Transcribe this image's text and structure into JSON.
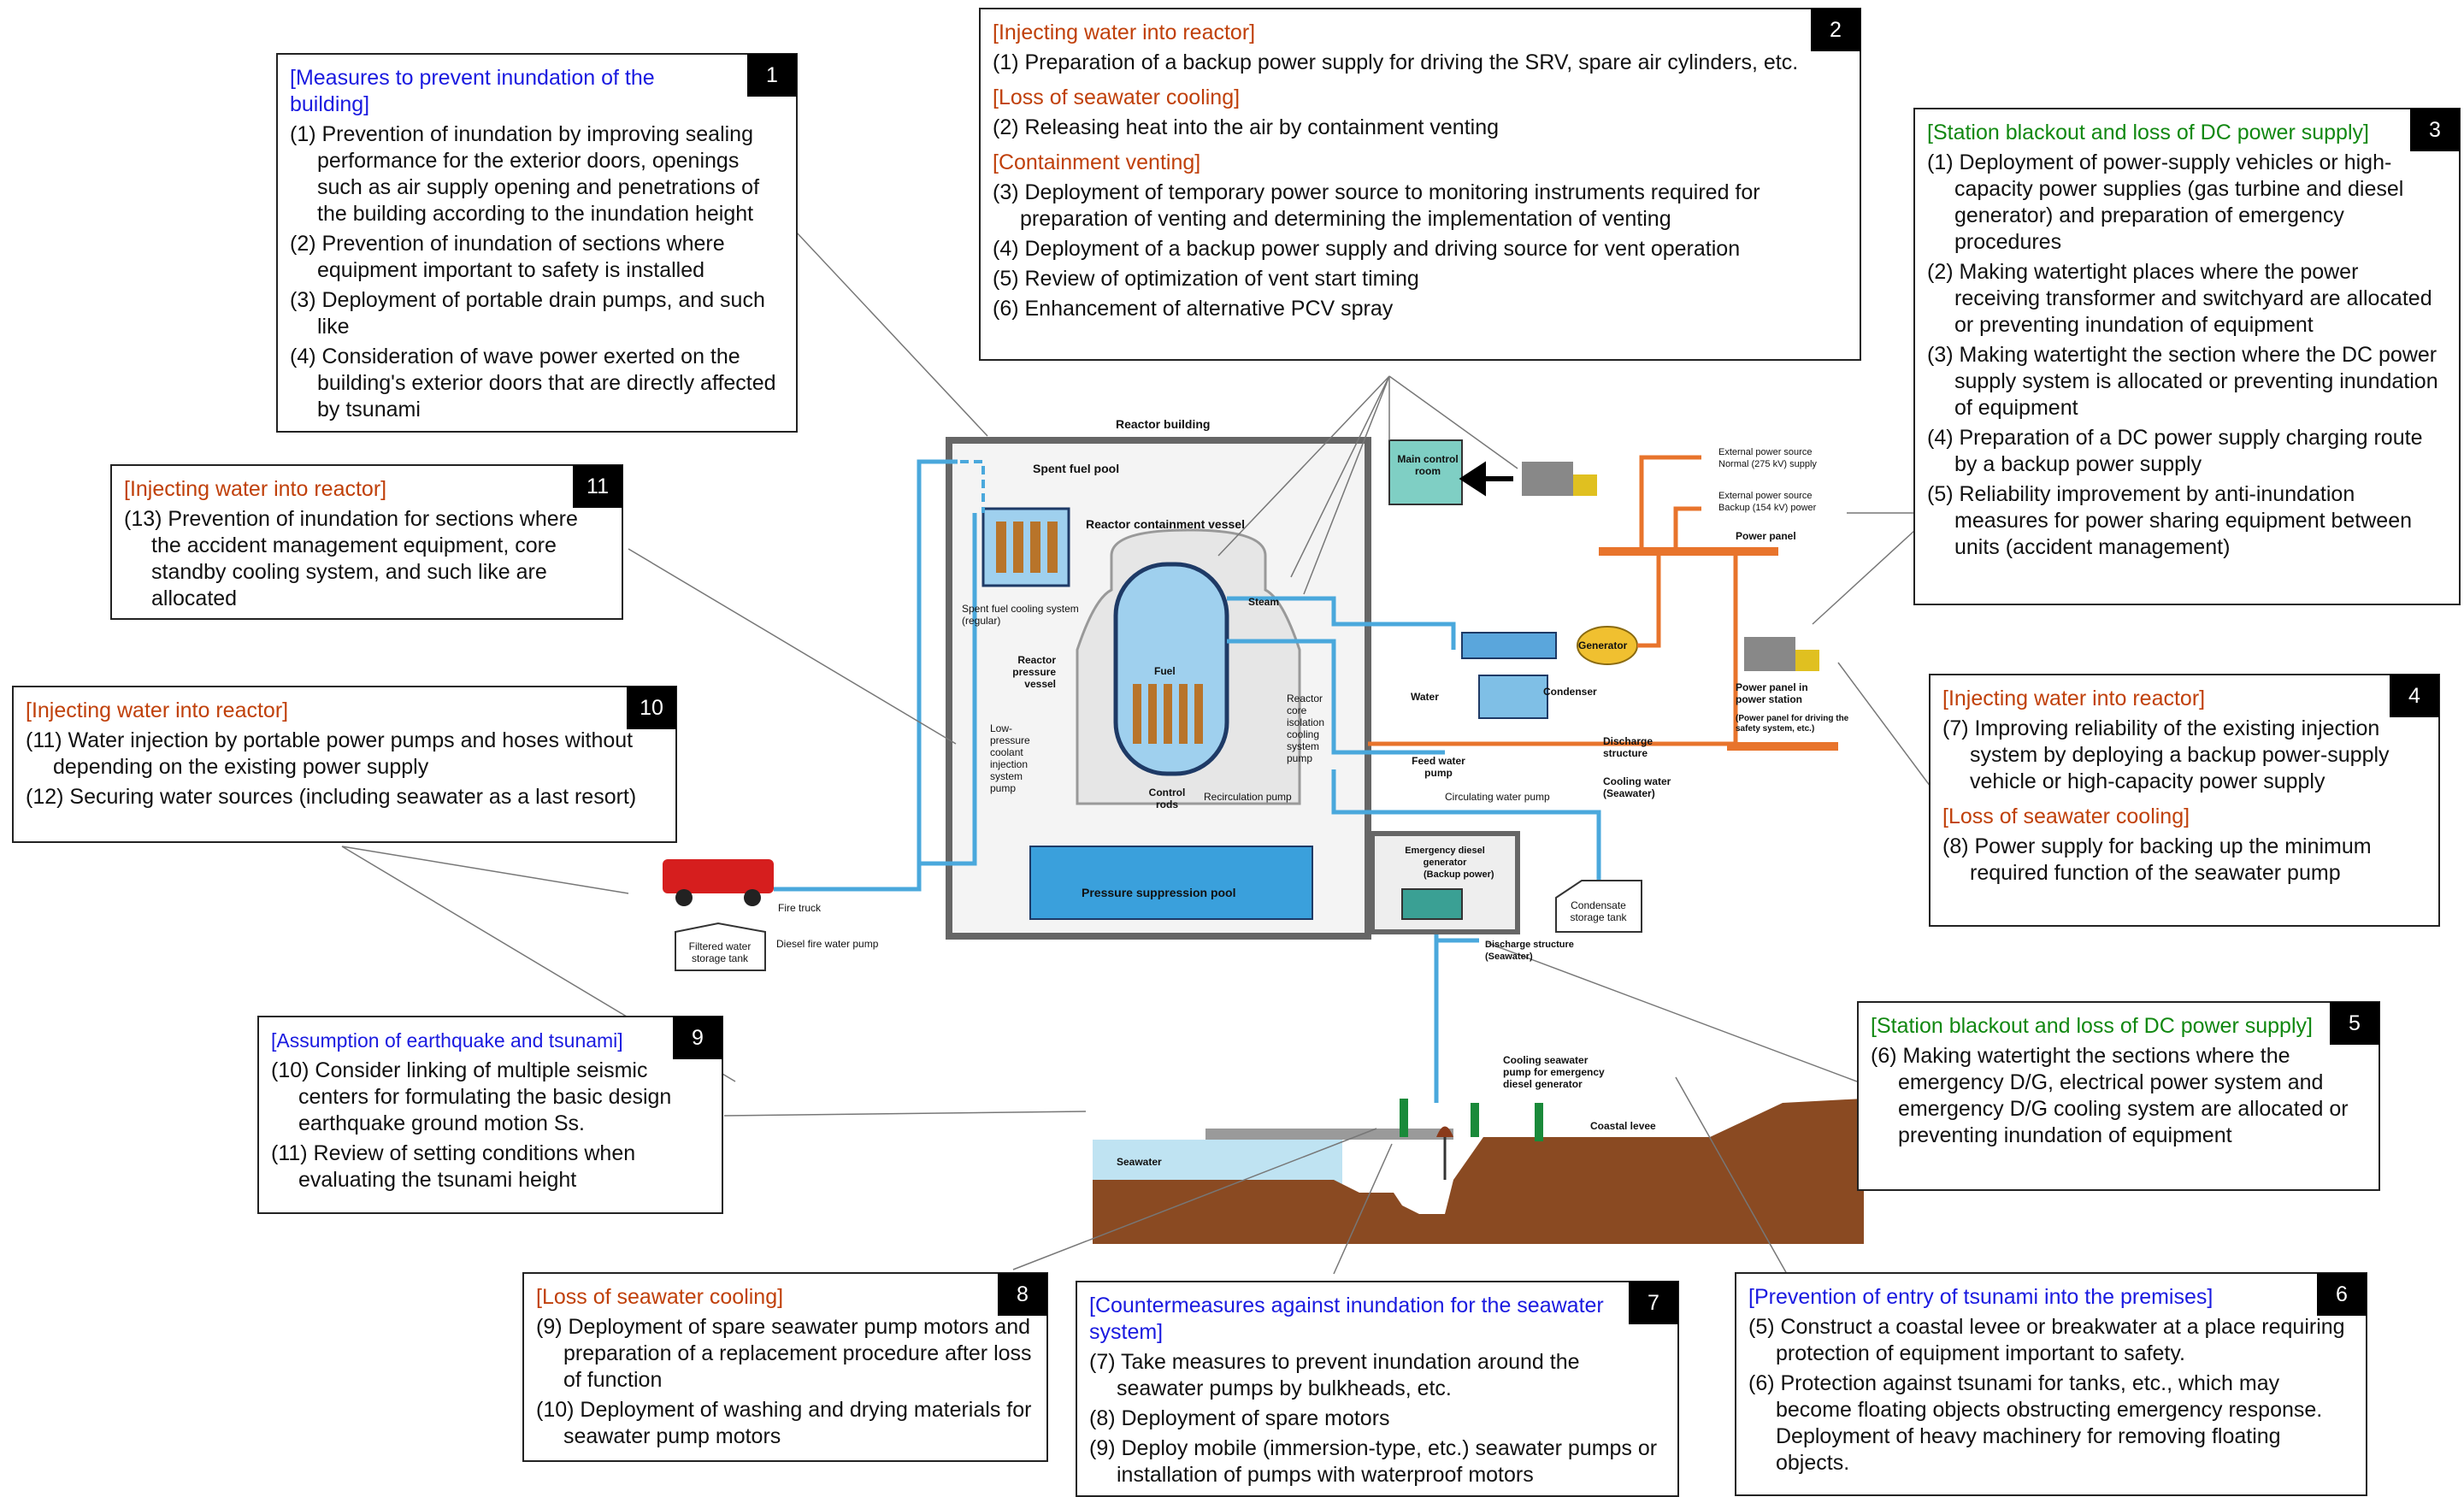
{
  "boxes": {
    "b1": {
      "number": "1",
      "sections": [
        {
          "title": "[Measures to prevent inundation of the building]",
          "color": "#1a1ae0",
          "items": [
            "(1) Prevention of inundation by improving sealing performance for the exterior doors, openings such as air supply opening and penetrations of the building according to the inundation height",
            "(2) Prevention of inundation of sections where equipment important to safety is installed",
            "(3) Deployment of portable drain pumps, and such like",
            "(4) Consideration of wave power exerted on the building's exterior doors that are directly affected by tsunami"
          ]
        }
      ]
    },
    "b2": {
      "number": "2",
      "sections": [
        {
          "title": "[Injecting water into reactor]",
          "color": "#c0400a",
          "items": [
            "(1) Preparation of a backup power supply for driving the SRV, spare air cylinders, etc."
          ]
        },
        {
          "title": "[Loss of seawater cooling]",
          "color": "#c0400a",
          "items": [
            "(2) Releasing heat into the air by containment venting"
          ]
        },
        {
          "title": "[Containment venting]",
          "color": "#c0400a",
          "items": [
            "(3) Deployment of temporary power source to monitoring instruments required for preparation of venting and determining the implementation of venting",
            "(4) Deployment of a backup power supply and driving source for vent operation",
            "(5) Review of optimization of vent start timing",
            "(6) Enhancement of alternative PCV spray"
          ]
        }
      ]
    },
    "b3": {
      "number": "3",
      "sections": [
        {
          "title": "[Station blackout and loss of DC power supply]",
          "color": "#118811",
          "items": [
            "(1) Deployment of power-supply vehicles or high-capacity power supplies (gas turbine and diesel generator) and preparation of emergency procedures",
            "(2) Making watertight places where the power receiving transformer and switchyard are allocated or preventing inundation of equipment",
            "(3) Making watertight the section where the DC power supply system is allocated or preventing inundation of equipment",
            "(4) Preparation of a DC power supply charging route by a backup power supply",
            "(5) Reliability improvement by anti-inundation measures for power sharing equipment between units (accident management)"
          ]
        }
      ]
    },
    "b4": {
      "number": "4",
      "sections": [
        {
          "title": "[Injecting water into reactor]",
          "color": "#c0400a",
          "items": [
            "(7) Improving reliability of the existing injection system by deploying a backup power-supply vehicle or high-capacity power supply"
          ]
        },
        {
          "title": "[Loss of seawater cooling]",
          "color": "#c0400a",
          "items": [
            "(8) Power supply for backing up the minimum required function of the seawater pump"
          ]
        }
      ]
    },
    "b5": {
      "number": "5",
      "sections": [
        {
          "title": "[Station blackout and loss of DC power supply]",
          "color": "#118811",
          "items": [
            "(6) Making watertight the sections where the emergency D/G, electrical power system and emergency D/G cooling system are allocated or preventing inundation of equipment"
          ]
        }
      ]
    },
    "b6": {
      "number": "6",
      "sections": [
        {
          "title": "[Prevention of entry of tsunami into the premises]",
          "color": "#1a1ae0",
          "items": [
            "(5) Construct a coastal levee or breakwater at a place requiring protection of equipment important to safety.",
            "(6) Protection against tsunami for tanks, etc., which may become floating objects obstructing emergency response. Deployment of heavy machinery for removing floating objects."
          ]
        }
      ]
    },
    "b7": {
      "number": "7",
      "sections": [
        {
          "title": "[Countermeasures against inundation for the seawater system]",
          "color": "#1a1ae0",
          "items": [
            "(7) Take measures to prevent inundation around the seawater pumps by bulkheads, etc.",
            "(8) Deployment of spare motors",
            "(9) Deploy mobile (immersion-type, etc.) seawater pumps or installation of pumps with waterproof motors"
          ]
        }
      ]
    },
    "b8": {
      "number": "8",
      "sections": [
        {
          "title": "[Loss of seawater cooling]",
          "color": "#c0400a",
          "items": [
            "(9) Deployment of spare seawater pump motors and preparation of a replacement procedure after loss of function",
            "(10) Deployment of washing and drying materials for seawater pump motors"
          ]
        }
      ]
    },
    "b9": {
      "number": "9",
      "sections": [
        {
          "title": "[Assumption of earthquake and tsunami]",
          "color": "#1a1ae0",
          "items": [
            "(10) Consider linking of multiple seismic centers for formulating the basic design earthquake ground motion Ss.",
            "(11) Review of setting conditions when evaluating the tsunami height"
          ]
        }
      ]
    },
    "b10": {
      "number": "10",
      "sections": [
        {
          "title": "[Injecting water into reactor]",
          "color": "#c0400a",
          "items": [
            "(11) Water injection by portable power pumps and hoses without depending on the existing power supply",
            "(12) Securing water sources (including seawater as a last resort)"
          ]
        }
      ]
    },
    "b11": {
      "number": "11",
      "sections": [
        {
          "title": "[Injecting water into reactor]",
          "color": "#c0400a",
          "items": [
            "(13) Prevention of inundation for sections where the accident management equipment, core standby cooling system, and such like are allocated"
          ]
        }
      ]
    }
  },
  "diagram": {
    "reactor_building": "Reactor building",
    "spent_fuel_pool": "Spent fuel pool",
    "containment_vessel": "Reactor containment vessel",
    "spent_fuel_cooling": "Spent fuel cooling system (regular)",
    "pressure_vessel": "Reactor pressure vessel",
    "fuel": "Fuel",
    "control_rods": "Control rods",
    "recirculation_pump": "Recirculation pump",
    "rcic_pump": "Reactor core isolation cooling system pump",
    "lpci_pump": "Low-pressure coolant injection system pump",
    "pressure_suppression_pool": "Pressure suppression pool",
    "steam": "Steam",
    "water": "Water",
    "generator": "Generator",
    "condenser": "Condenser",
    "feed_water_pump": "Feed water pump",
    "circulating_water_pump": "Circulating water pump",
    "discharge_structure": "Discharge structure",
    "cooling_water": "Cooling water (Seawater)",
    "main_control_room": "Main control room",
    "ext_power_1": "External power source Normal (275 kV) supply",
    "ext_power_2": "External power source Backup (154 kV) power",
    "power_panel": "Power panel",
    "power_panel_station": "Power panel in power station",
    "power_panel_station_sub": "(Power panel for driving the safety system, etc.)",
    "emergency_dg": "Emergency diesel generator",
    "emergency_dg_sub": "(Backup power)",
    "condensate_tank": "Condensate storage tank",
    "discharge_seawater": "Discharge structure (Seawater)",
    "fire_truck": "Fire truck",
    "filtered_tank": "Filtered water storage tank",
    "diesel_fire_pump": "Diesel fire water pump",
    "cooling_seawater_pump": "Cooling seawater pump for emergency diesel generator",
    "coastal_levee": "Coastal levee",
    "seawater": "Seawater"
  },
  "colors": {
    "number_tab": "#000000",
    "water_pipe": "#4aa8dc",
    "power_line": "#e8742c",
    "pool": "#3aa0dc",
    "ground": "#8a4a22",
    "building_wall": "#666666"
  }
}
